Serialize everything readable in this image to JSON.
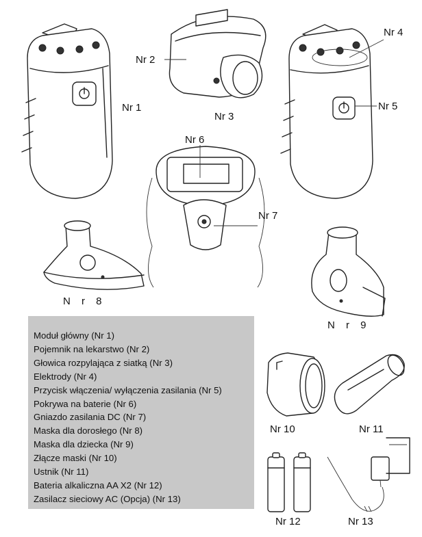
{
  "labels": {
    "nr1": "Nr 1",
    "nr2": "Nr 2",
    "nr3": "Nr 3",
    "nr4": "Nr 4",
    "nr5": "Nr 5",
    "nr6": "Nr 6",
    "nr7": "Nr 7",
    "nr8": "N r   8",
    "nr9": "N r   9",
    "nr10": "Nr 10",
    "nr11": "Nr 11",
    "nr12": "Nr 12",
    "nr13": "Nr 13"
  },
  "legend": {
    "items": [
      "Moduł główny (Nr 1)",
      "Pojemnik na lekarstwo (Nr 2)",
      "Głowica rozpylająca z siatką  (Nr 3)",
      "Elektrody (Nr 4)",
      "Przycisk włączenia/ wyłączenia zasilania (Nr 5)",
      "Pokrywa na baterie (Nr 6)",
      "Gniazdo zasilania DC (Nr 7)",
      "Maska dla dorosłego (Nr 8)",
      "Maska dla dziecka (Nr 9)",
      "Złącze maski (Nr 10)",
      "Ustnik (Nr 11)",
      "Bateria alkaliczna AA X2 (Nr 12)",
      "Zasilacz sieciowy AC (Opcja) (Nr 13)"
    ]
  },
  "colors": {
    "legend_background": "#c8c8c8",
    "line_art": "#222222"
  }
}
